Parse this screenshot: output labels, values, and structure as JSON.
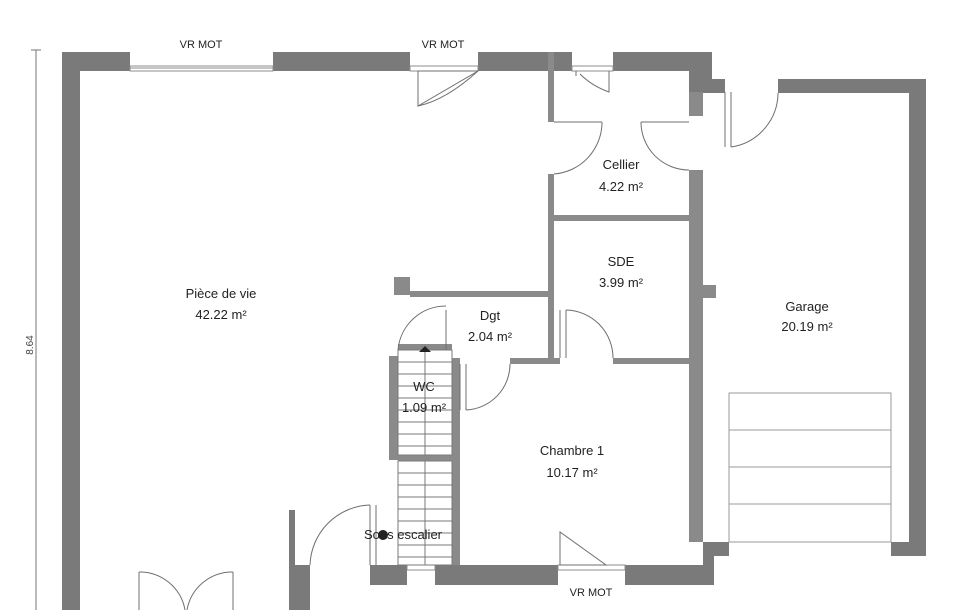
{
  "plan": {
    "rooms": [
      {
        "name": "Pièce de vie",
        "area": "42.22 m²"
      },
      {
        "name": "Cellier",
        "area": "4.22 m²"
      },
      {
        "name": "SDE",
        "area": "3.99 m²"
      },
      {
        "name": "Garage",
        "area": "20.19 m²"
      },
      {
        "name": "Dgt",
        "area": "2.04 m²"
      },
      {
        "name": "WC",
        "area": "1.09 m²"
      },
      {
        "name": "Chambre 1",
        "area": "10.17 m²"
      },
      {
        "name": "Sous escalier",
        "area": ""
      }
    ],
    "window_labels": [
      "VR MOT",
      "VR MOT",
      "VR MOT"
    ],
    "dimension": "8.64"
  }
}
